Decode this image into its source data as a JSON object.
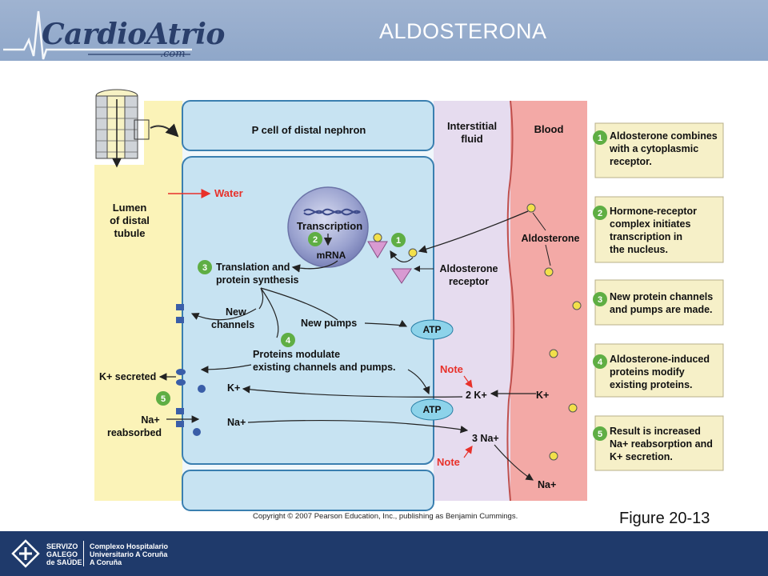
{
  "header": {
    "logo_main": "CardioAtrio",
    "logo_sub": ".com",
    "title": "ALDOSTERONA"
  },
  "figure": {
    "regions": {
      "lumen": [
        "Lumen",
        "of distal",
        "tubule"
      ],
      "p_cell": "P cell of distal nephron",
      "interstitial": [
        "Interstitial",
        "fluid"
      ],
      "blood": "Blood"
    },
    "labels": {
      "water": "Water",
      "transcription": "Transcription",
      "mrna": "mRNA",
      "translation": [
        "Translation and",
        "protein synthesis"
      ],
      "new_channels": [
        "New",
        "channels"
      ],
      "new_pumps": "New pumps",
      "proteins_modulate": [
        "Proteins modulate",
        "existing channels and pumps."
      ],
      "aldosterone": "Aldosterone",
      "aldosterone_receptor": [
        "Aldosterone",
        "receptor"
      ],
      "atp": "ATP",
      "note": "Note",
      "k_secreted": "K+ secreted",
      "na_reabsorbed": [
        "Na+",
        "reabsorbed"
      ],
      "k_cell": "K+",
      "na_cell": "Na+",
      "k_2": "2 K+",
      "na_3": "3 Na+",
      "k_blood": "K+",
      "na_out": "Na+"
    },
    "steps": [
      {
        "num": "1",
        "lines": [
          "Aldosterone combines",
          "with a cytoplasmic",
          "receptor."
        ]
      },
      {
        "num": "2",
        "lines": [
          "Hormone-receptor",
          "complex initiates",
          "transcription in",
          "the nucleus."
        ]
      },
      {
        "num": "3",
        "lines": [
          "New protein channels",
          "and pumps are made."
        ]
      },
      {
        "num": "4",
        "lines": [
          "Aldosterone-induced",
          "proteins modify",
          "existing proteins."
        ]
      },
      {
        "num": "5",
        "lines": [
          "Result is increased",
          "Na+ reabsorption and",
          "K+ secretion."
        ]
      }
    ],
    "copyright": "Copyright © 2007 Pearson Education, Inc., publishing as Benjamin Cummings.",
    "figure_number": "Figure 20-13"
  },
  "footer": {
    "left_lines": [
      "SERVIZO",
      "GALEGO",
      "de SAÚDE"
    ],
    "right_lines": [
      "Complexo Hospitalario",
      "Universitario A Coruña",
      "A Coruña"
    ]
  },
  "colors": {
    "header": "#8fa7c9",
    "lumen": "#fbf3b8",
    "cell": "#c7e3f2",
    "interstitial": "#e6dcef",
    "blood": "#f3a9a6",
    "callout": "#f6f0c8",
    "step_circle": "#5fae44",
    "atp": "#8dd3ea",
    "note": "#e8312a",
    "footer": "#1f3a6b"
  }
}
